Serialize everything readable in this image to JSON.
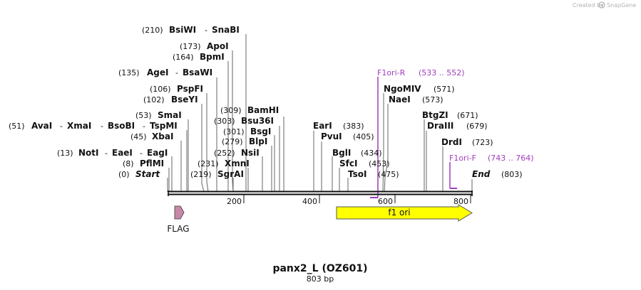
{
  "header": {
    "credit": "Created by",
    "brand": "SnapGene"
  },
  "map": {
    "title": "panx2_L (OZ601)",
    "length_label": "803 bp",
    "total_bp": 803,
    "axis_ticks": [
      "200",
      "400",
      "600",
      "800"
    ],
    "sites": [
      {
        "pos": "(210)",
        "names": [
          "BsiWI",
          "SnaBI"
        ]
      },
      {
        "pos": "(173)",
        "names": [
          "ApoI"
        ]
      },
      {
        "pos": "(164)",
        "names": [
          "BpmI"
        ]
      },
      {
        "pos": "(135)",
        "names": [
          "AgeI",
          "BsaWI"
        ]
      },
      {
        "pos": "(106)",
        "names": [
          "PspFI"
        ]
      },
      {
        "pos": "(102)",
        "names": [
          "BseYI"
        ]
      },
      {
        "pos": "(53)",
        "names": [
          "SmaI"
        ]
      },
      {
        "pos": "(51)",
        "names": [
          "AvaI",
          "XmaI",
          "BsoBI",
          "TspMI"
        ]
      },
      {
        "pos": "(45)",
        "names": [
          "XbaI"
        ]
      },
      {
        "pos": "(13)",
        "names": [
          "NotI",
          "EaeI",
          "EagI"
        ]
      },
      {
        "pos": "(8)",
        "names": [
          "PflMI"
        ]
      },
      {
        "pos": "(0)",
        "names": [
          "Start"
        ]
      },
      {
        "pos": "(309)",
        "names": [
          "BamHI"
        ]
      },
      {
        "pos": "(303)",
        "names": [
          "Bsu36I"
        ]
      },
      {
        "pos": "(301)",
        "names": [
          "BsgI"
        ]
      },
      {
        "pos": "(279)",
        "names": [
          "BlpI"
        ]
      },
      {
        "pos": "(252)",
        "names": [
          "NsiI"
        ]
      },
      {
        "pos": "(231)",
        "names": [
          "XmnI"
        ]
      },
      {
        "pos": "(219)",
        "names": [
          "SgrAI"
        ]
      },
      {
        "pos": "(383)",
        "names": [
          "EarI"
        ]
      },
      {
        "pos": "(405)",
        "names": [
          "PvuI"
        ]
      },
      {
        "pos": "(434)",
        "names": [
          "BglI"
        ]
      },
      {
        "pos": "(453)",
        "names": [
          "SfcI"
        ]
      },
      {
        "pos": "(475)",
        "names": [
          "TsoI"
        ]
      },
      {
        "pos": "(571)",
        "names": [
          "NgoMIV"
        ]
      },
      {
        "pos": "(573)",
        "names": [
          "NaeI"
        ]
      },
      {
        "pos": "(671)",
        "names": [
          "BtgZI"
        ]
      },
      {
        "pos": "(679)",
        "names": [
          "DraIII"
        ]
      },
      {
        "pos": "(723)",
        "names": [
          "DrdI"
        ]
      },
      {
        "pos": "(803)",
        "names": [
          "End"
        ]
      }
    ],
    "primers": [
      {
        "name": "F1ori-R",
        "range": "(533 .. 552)"
      },
      {
        "name": "F1ori-F",
        "range": "(743 .. 764)"
      }
    ],
    "features": [
      {
        "name": "FLAG",
        "color": "#c987a8"
      },
      {
        "name": "f1 ori",
        "color": "#ffff00"
      }
    ],
    "colors": {
      "primer": "#a23cbd",
      "backbone": "#111111"
    }
  }
}
